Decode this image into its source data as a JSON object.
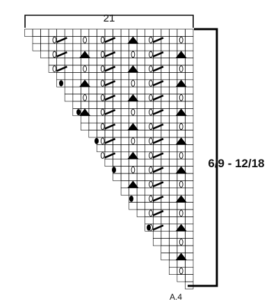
{
  "diagram": {
    "stitch_count": "21",
    "size_label": "6/9 - 12/18",
    "chart_name": "A.4",
    "colors": {
      "line": "#000000",
      "background": "#ffffff"
    },
    "symbols": [
      "knit-square",
      "yarn-over-oval",
      "slash-decrease",
      "triangle-double-decrease",
      "dot-bobble"
    ]
  }
}
